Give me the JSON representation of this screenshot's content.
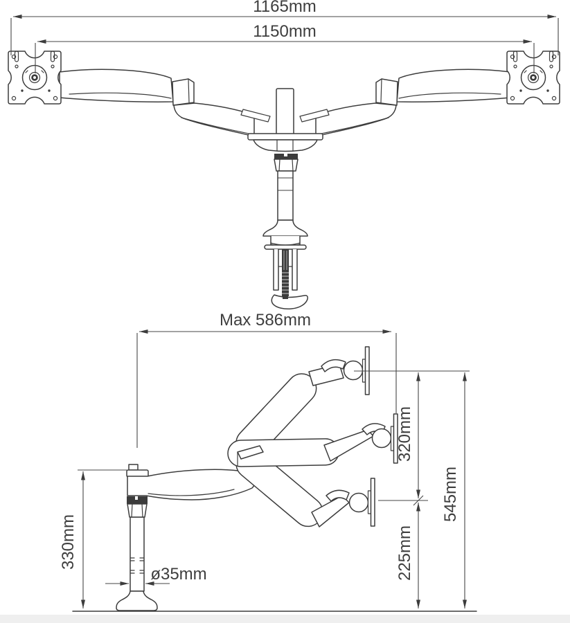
{
  "front_view": {
    "label_overall_width": "1165mm",
    "label_vesa_center_distance": "1150mm"
  },
  "side_view": {
    "label_max_reach": "Max 586mm",
    "label_height_adjustment": "320mm",
    "label_max_height": "545mm",
    "label_min_height": "225mm",
    "label_pole_height": "330mm",
    "label_pole_diameter": "ø35mm"
  },
  "colors": {
    "line": "#3c3c3c",
    "dimension": "#454545",
    "text": "#3e3e3e",
    "background": "#ffffff",
    "desk_shadow": "#efefef"
  }
}
